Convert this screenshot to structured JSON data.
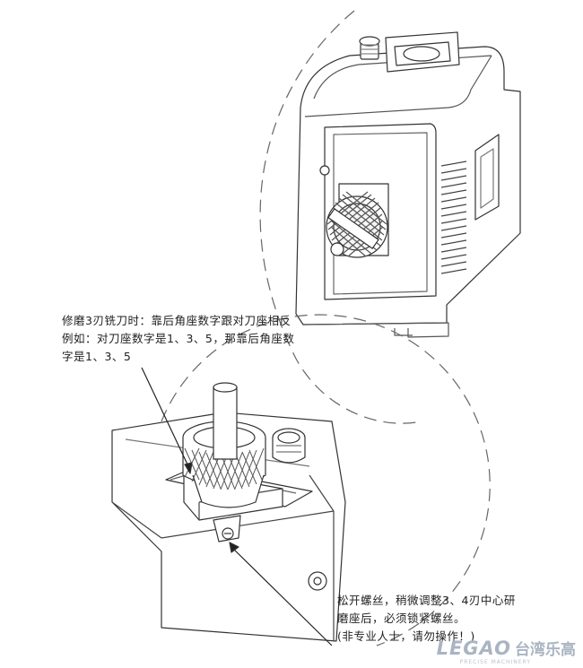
{
  "notes": {
    "upper": [
      "修磨3刃铣刀时：靠后角座数字跟对刀座相反",
      "例如：对刀座数字是1、3、5，那靠后角座数",
      "字是1、3、5"
    ],
    "lower": [
      "松开螺丝，稍微调整3、4刃中心研",
      "磨座后，必须锁紧螺丝。",
      "(非专业人士，请勿操作！)"
    ]
  },
  "logo": {
    "text_en": "LEGAO",
    "text_cn": "台湾乐高",
    "sub": "PRECISE MACHINERY"
  }
}
